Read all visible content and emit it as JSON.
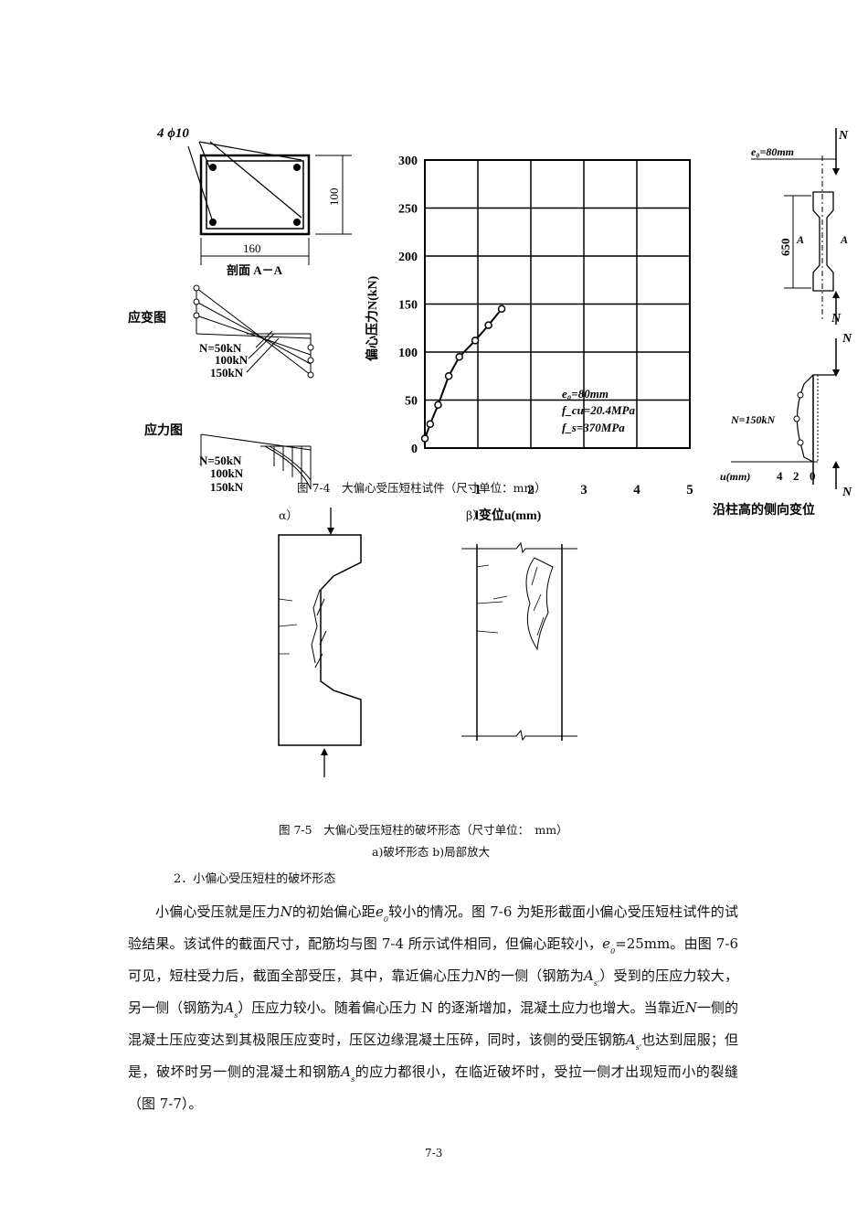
{
  "fig74": {
    "section_left": {
      "rebar": "4 ϕ10",
      "height": "100",
      "width": "160",
      "section_label": "剖面 A－A",
      "strain_title": "应变图",
      "stress_title": "应力图",
      "loads": [
        "N=50kN",
        "100kN",
        "150kN"
      ]
    },
    "caption": "图 7-4　大偏心受压短柱试件（尺寸单位：mm）",
    "label_a": "α）",
    "label_b": "β）",
    "right": {
      "e0": "e₀=80mm",
      "N": "N",
      "A": "A",
      "length": "650",
      "load": "N=150kN",
      "u_axis": "u(mm)",
      "ticks": [
        "4",
        "2",
        "0"
      ],
      "title": "沿柱高的侧向变位"
    }
  },
  "chart_data": {
    "type": "line",
    "ylabel": "偏心压力N(kN)",
    "xlabel": "l变位u(mm)",
    "xlim": [
      0,
      5
    ],
    "ylim": [
      0,
      300
    ],
    "xticks": [
      "1",
      "2",
      "3",
      "4",
      "5"
    ],
    "yticks": [
      "0",
      "50",
      "100",
      "150",
      "200",
      "250",
      "300"
    ],
    "grid": true,
    "x": [
      0,
      0.1,
      0.25,
      0.45,
      0.65,
      0.95,
      1.2,
      1.45
    ],
    "y": [
      10,
      25,
      45,
      75,
      95,
      112,
      128,
      145
    ],
    "annotations": [
      "e₀=80mm",
      "f_cu=20.4MPa",
      "f_s=370MPa"
    ]
  },
  "fig75": {
    "caption": "图 7-5　大偏心受压短柱的破坏形态（尺寸单位：　mm）",
    "subcaption": "a)破坏形态  b)局部放大"
  },
  "section_heading": "2．小偏心受压短柱的破坏形态",
  "paragraph": {
    "p1": "小偏心受压就是压力",
    "N": "N",
    "p2": "的初始偏心距",
    "e": "e",
    "e_sub": "0",
    "p3": "较小的情况。图 7-6 为矩形截面小偏心受压短柱试件的试验结果。该试件的截面尺寸，配筋均与图 7-4 所示试件相同，但偏心距较小，",
    "e2": "e",
    "e2_sub": "0",
    "p4": "=25mm。由图 7-6 可见，短柱受力后，截面全部受压，其中，靠近偏心压力",
    "p5": "的一侧（钢筋为",
    "As1": "A",
    "As1_sub": "s'",
    "p6": "）受到的压应力较大，另一侧（钢筋为",
    "As2": "A",
    "As2_sub": "s",
    "p7": "）压应力较小。随着偏心压力 N 的逐渐增加，混凝土应力也增大。当靠近",
    "p8": "一侧的混凝土压应变达到其极限压应变时，压区边缘混凝土压碎，同时，该侧的受压钢筋",
    "As3": "A",
    "As3_sub": "s'",
    "p9": "也达到屈服；但是，破坏时另一侧的混凝土和钢筋",
    "As4": "A",
    "As4_sub": "s",
    "p10": "的应力都很小，在临近破坏时，受拉一侧才出现短而小的裂缝（图 7-7）。"
  },
  "page_number": "7-3"
}
